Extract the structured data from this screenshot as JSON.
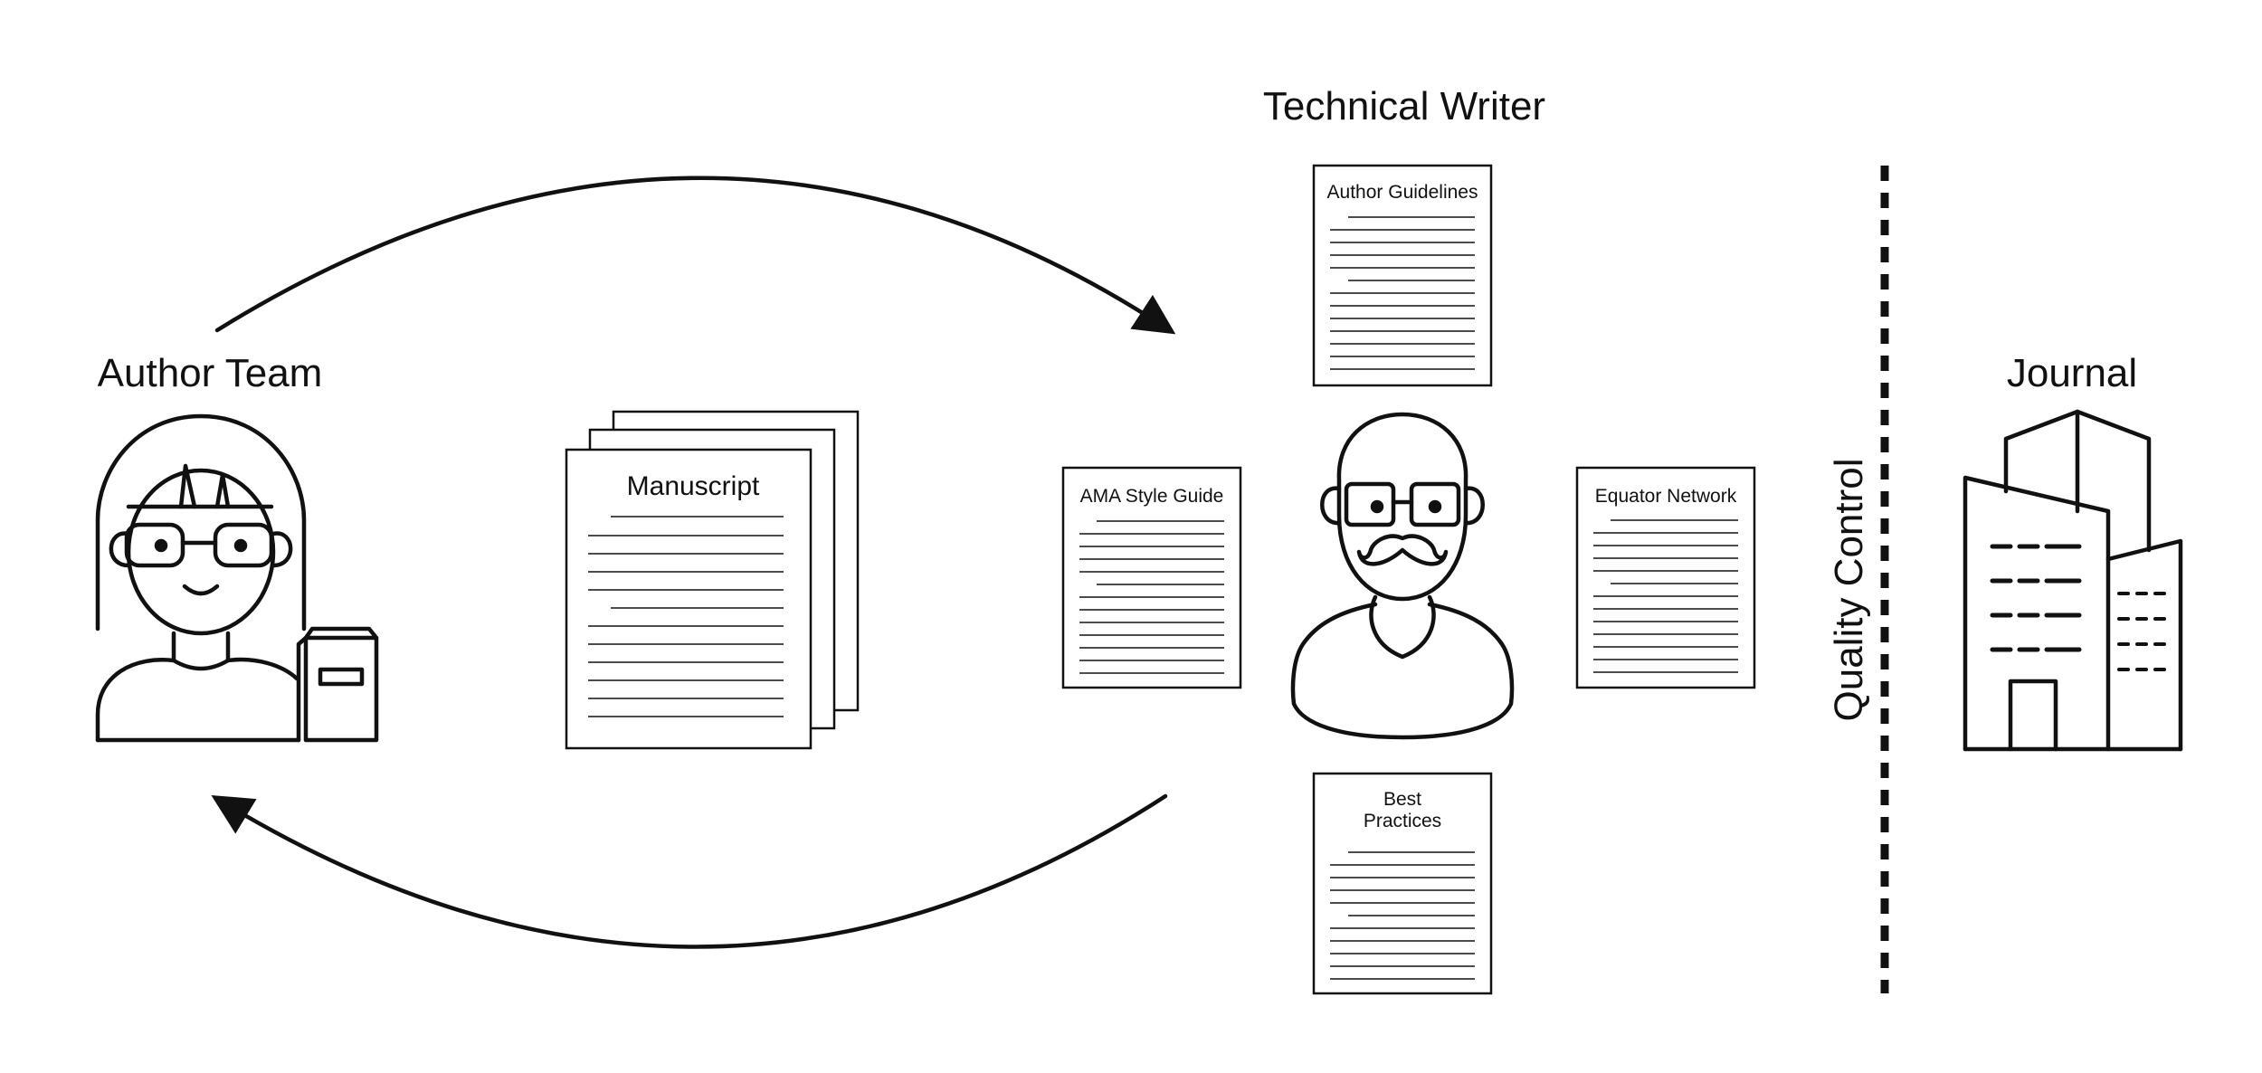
{
  "actors": {
    "author_team": "Author Team",
    "technical_writer": "Technical Writer",
    "journal": "Journal"
  },
  "documents": {
    "manuscript": "Manuscript",
    "author_guidelines": "Author Guidelines",
    "ama_style_guide": "AMA Style Guide",
    "equator_network": "Equator Network",
    "best_practices": [
      "Best",
      "Practices"
    ]
  },
  "divider": {
    "label": "Quality Control"
  },
  "icons": {
    "author": "woman-with-glasses-and-book-icon",
    "writer": "bald-man-with-mustache-icon",
    "journal": "office-building-icon"
  }
}
